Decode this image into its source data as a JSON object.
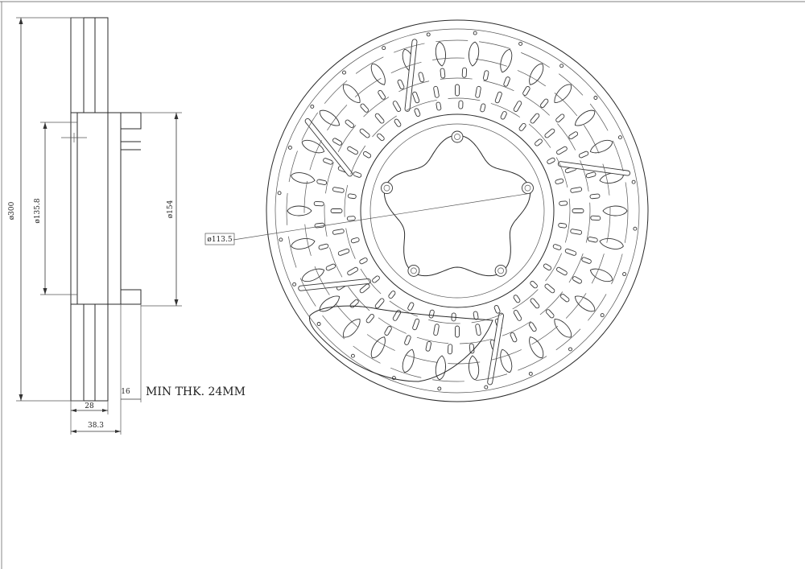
{
  "section_view": {
    "overall_diameter": "ø300",
    "hat_inner_diameter": "ø135.8",
    "hat_outer_diameter": "ø154",
    "disc_thickness": "28",
    "overall_height": "38.3",
    "hat_thickness": "16",
    "min_thickness_note": "MIN THK. 24MM"
  },
  "face_view": {
    "bolt_circle_diameter": "ø113.5",
    "bolt_holes": 5
  },
  "colors": {
    "line": "#2a2a2a",
    "background": "#ffffff"
  }
}
